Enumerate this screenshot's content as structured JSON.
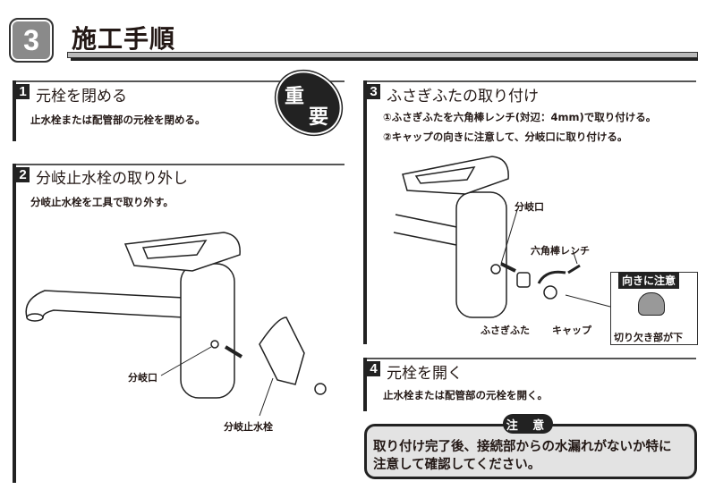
{
  "header": {
    "badge": "3",
    "title": "施工手順"
  },
  "important_badge": [
    "重",
    "要"
  ],
  "steps": [
    {
      "num": "1",
      "title": "元栓を閉める",
      "body": "止水栓または配管部の元栓を閉める。"
    },
    {
      "num": "2",
      "title": "分岐止水栓の取り外し",
      "body": "分岐止水栓を工具で取り外す。",
      "labels": {
        "branch_port": "分岐口",
        "branch_valve": "分岐止水栓"
      }
    },
    {
      "num": "3",
      "title": "ふさぎふたの取り付け",
      "body": [
        "①ふさぎふたを六角棒レンチ(対辺：4mm)で取り付ける。",
        "②キャップの向きに注意して、分岐口に取り付ける。"
      ],
      "labels": {
        "branch_port": "分岐口",
        "hex_wrench": "六角棒レンチ",
        "plug": "ふさぎふた",
        "cap": "キャップ",
        "orientation_title": "向きに注意",
        "notch_down": "切り欠き部が下"
      }
    },
    {
      "num": "4",
      "title": "元栓を開く",
      "body": "止水栓または配管部の元栓を開く。"
    }
  ],
  "caution": {
    "label": "注 意",
    "lines": [
      "取り付け完了後、接続部からの水漏れがないか特に",
      "注意して確認してください。"
    ]
  }
}
